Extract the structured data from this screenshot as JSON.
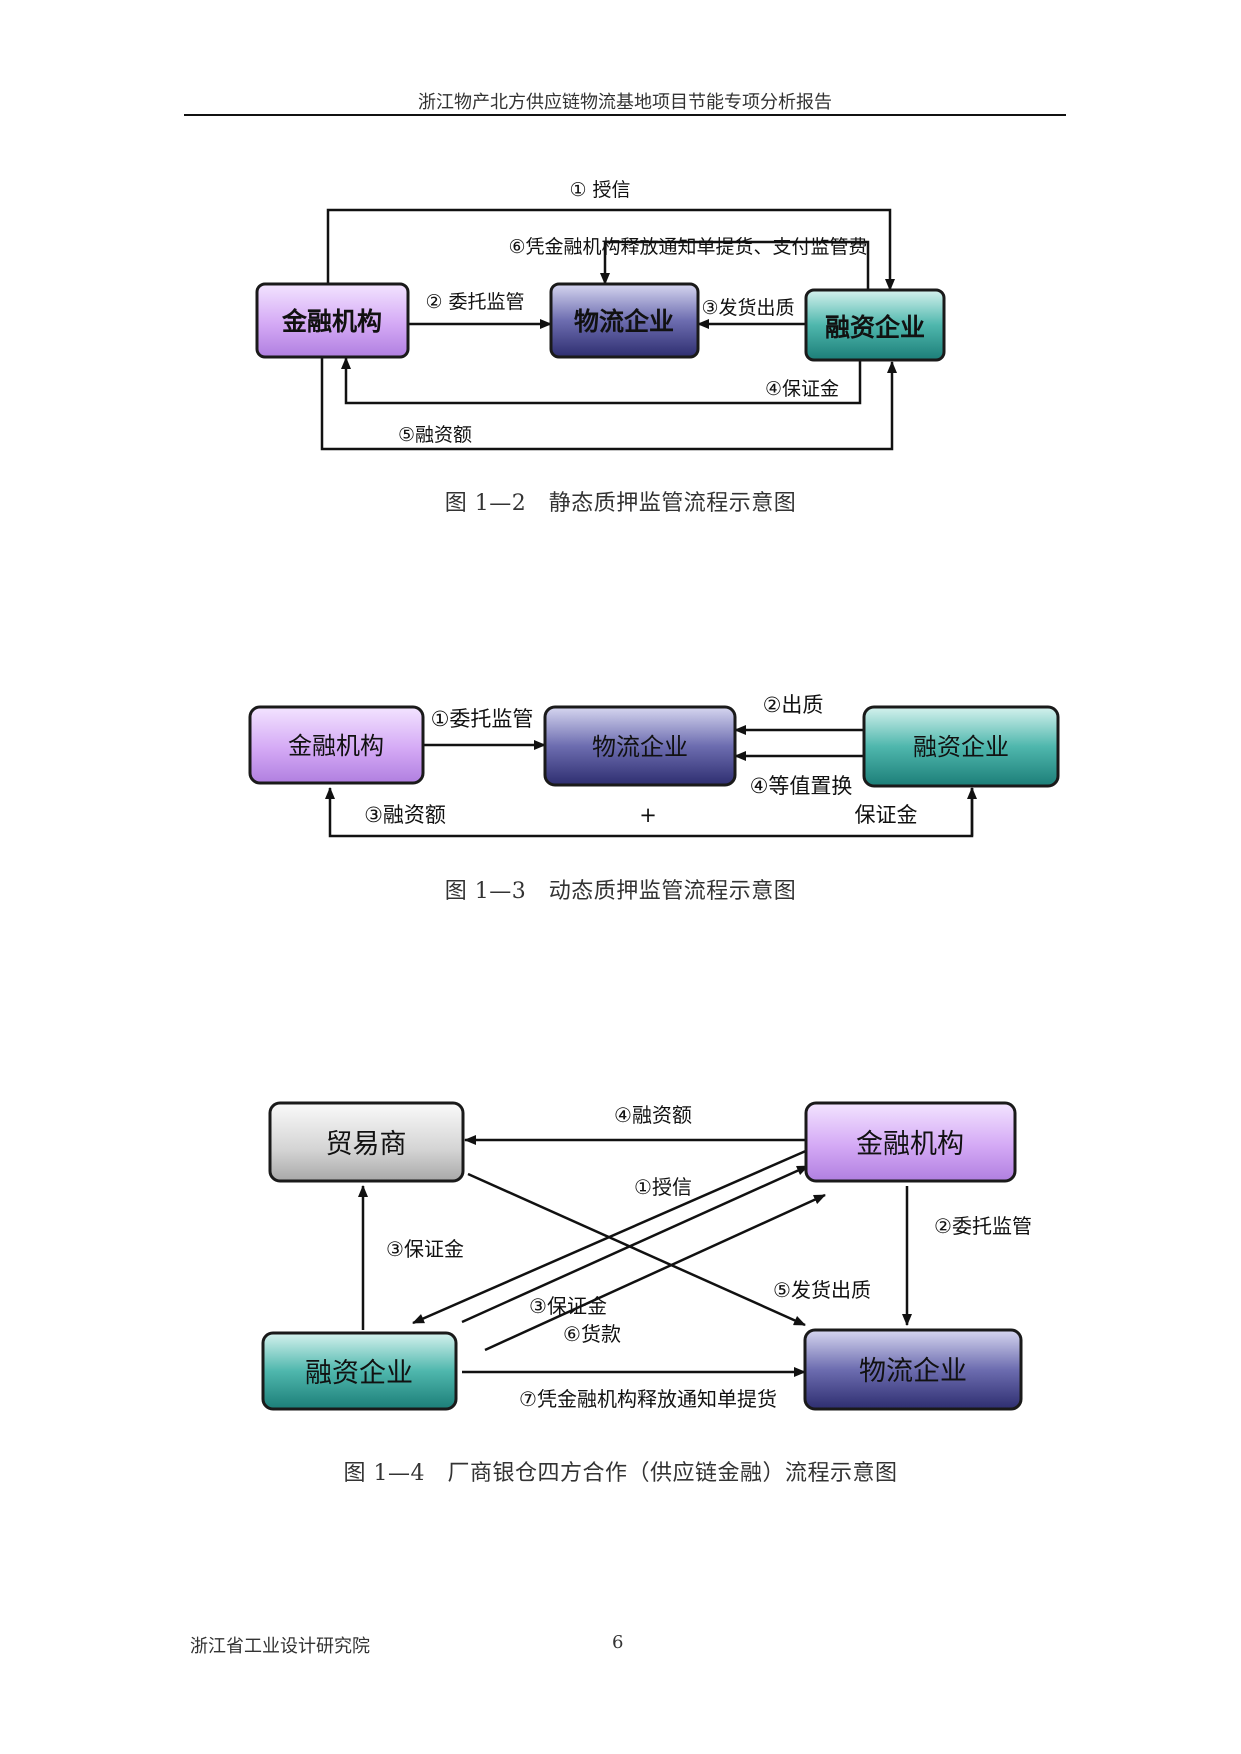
{
  "header": {
    "title": "浙江物产北方供应链物流基地项目节能专项分析报告"
  },
  "colors": {
    "purple": "#d9b3f7",
    "navy": "#4a4a90",
    "teal": "#36a8a0",
    "gray": "#cfcfcf",
    "stroke": "#1a1a1a"
  },
  "figure1": {
    "caption": "图 1—2　静态质押监管流程示意图",
    "nodes": {
      "bank": "金融机构",
      "logistics": "物流企业",
      "borrower": "融资企业"
    },
    "labels": {
      "credit": "① 授信",
      "release": "⑥凭金融机构释放通知单提货、支付监管费",
      "entrust": "② 委托监管",
      "ship": "③发货出质",
      "deposit": "④保证金",
      "amount": "⑤融资额"
    }
  },
  "figure2": {
    "caption": "图 1—3　动态质押监管流程示意图",
    "nodes": {
      "bank": "金融机构",
      "logistics": "物流企业",
      "borrower": "融资企业"
    },
    "labels": {
      "entrust": "①委托监管",
      "pledge": "②出质",
      "swap": "④等值置换",
      "amount": "③融资额",
      "plus": "+",
      "deposit": "保证金"
    }
  },
  "figure3": {
    "caption": "图 1—4　厂商银仓四方合作（供应链金融）流程示意图",
    "nodes": {
      "trader": "贸易商",
      "bank": "金融机构",
      "borrower": "融资企业",
      "logistics": "物流企业"
    },
    "labels": {
      "amount": "④融资额",
      "credit": "①授信",
      "entrust": "②委托监管",
      "deposit_left": "③保证金",
      "ship": "⑤发货出质",
      "deposit_mid": "③保证金",
      "payment": "⑥货款",
      "release": "⑦凭金融机构释放通知单提货"
    }
  },
  "footer": {
    "org": "浙江省工业设计研究院",
    "page": "6"
  }
}
